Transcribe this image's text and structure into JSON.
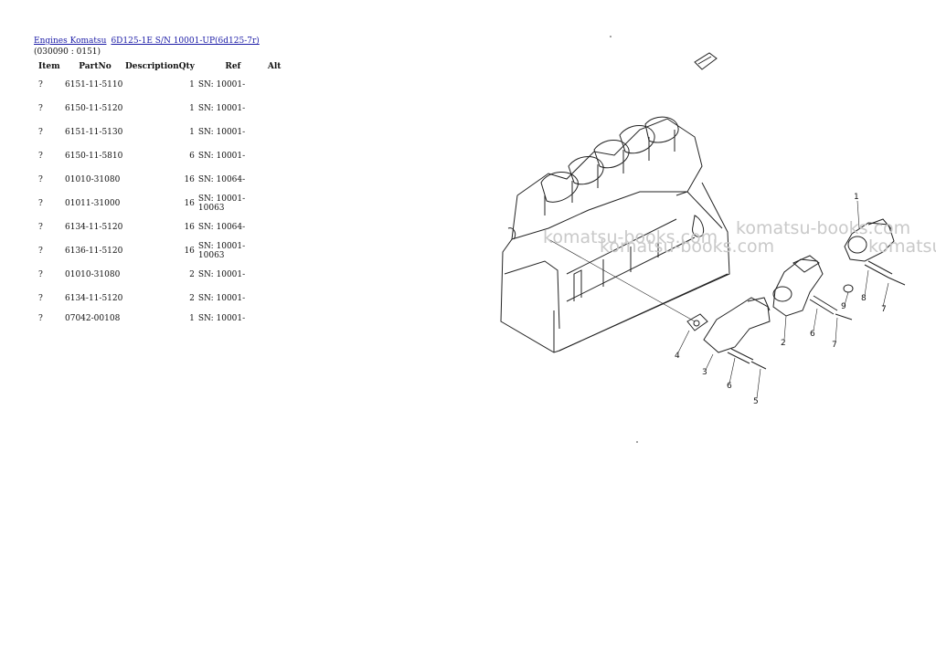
{
  "breadcrumb": {
    "link1": "Engines Komatsu",
    "link2": "6D125-1E S/N 10001-UP(6d125-7r)"
  },
  "section_code": "(030090 : 0151)",
  "table": {
    "headers": {
      "item": "Item",
      "partno": "PartNo",
      "description": "Description",
      "qty": "Qty",
      "ref": "Ref",
      "alt": "Alt"
    },
    "rows": [
      {
        "item": "?",
        "partno": "6151-11-5110",
        "description": "",
        "qty": "1",
        "ref": "SN: 10001-",
        "alt": ""
      },
      {
        "item": "?",
        "partno": "6150-11-5120",
        "description": "",
        "qty": "1",
        "ref": "SN: 10001-",
        "alt": ""
      },
      {
        "item": "?",
        "partno": "6151-11-5130",
        "description": "",
        "qty": "1",
        "ref": "SN: 10001-",
        "alt": ""
      },
      {
        "item": "?",
        "partno": "6150-11-5810",
        "description": "",
        "qty": "6",
        "ref": "SN: 10001-",
        "alt": ""
      },
      {
        "item": "?",
        "partno": "01010-31080",
        "description": "",
        "qty": "16",
        "ref": "SN: 10064-",
        "alt": ""
      },
      {
        "item": "?",
        "partno": "01011-31000",
        "description": "",
        "qty": "16",
        "ref": "SN: 10001-10063",
        "alt": ""
      },
      {
        "item": "?",
        "partno": "6134-11-5120",
        "description": "",
        "qty": "16",
        "ref": "SN: 10064-",
        "alt": ""
      },
      {
        "item": "?",
        "partno": "6136-11-5120",
        "description": "",
        "qty": "16",
        "ref": "SN: 10001-10063",
        "alt": ""
      },
      {
        "item": "?",
        "partno": "01010-31080",
        "description": "",
        "qty": "2",
        "ref": "SN: 10001-",
        "alt": ""
      },
      {
        "item": "?",
        "partno": "6134-11-5120",
        "description": "",
        "qty": "2",
        "ref": "SN: 10001-",
        "alt": ""
      },
      {
        "item": "?",
        "partno": "07042-00108",
        "description": "",
        "qty": "1",
        "ref": "SN: 10001-",
        "alt": ""
      }
    ]
  },
  "diagram": {
    "callouts": [
      "1",
      "2",
      "3",
      "4",
      "5",
      "6",
      "6",
      "7",
      "7",
      "8",
      "9"
    ],
    "watermarks": [
      "komatsu-books.com",
      "komatsu-books.com",
      "komatsu-books.com",
      "komatsu"
    ]
  }
}
